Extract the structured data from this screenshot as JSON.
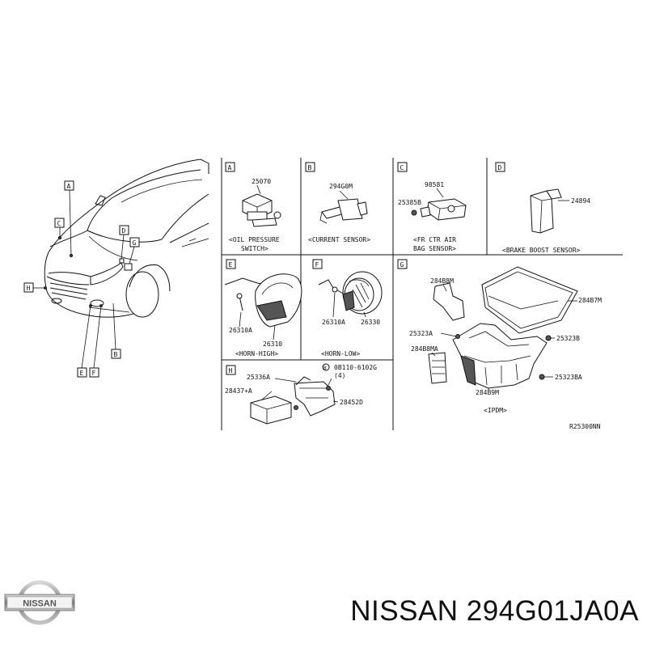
{
  "section_letters": [
    "A",
    "B",
    "C",
    "D",
    "E",
    "F",
    "G",
    "H"
  ],
  "car_callouts": [
    "A",
    "C",
    "D",
    "G",
    "H",
    "E",
    "F",
    "B"
  ],
  "panels": {
    "A": {
      "letter": "A",
      "parts": [
        "25070"
      ],
      "caption_1": "<OIL PRESSURE",
      "caption_2": "SWITCH>"
    },
    "B": {
      "letter": "B",
      "parts": [
        "294G0M"
      ],
      "caption_1": "<CURRENT SENSOR>"
    },
    "C": {
      "letter": "C",
      "parts": [
        "98581",
        "25385B"
      ],
      "caption_1": "<FR CTR AIR",
      "caption_2": "BAG SENSOR>"
    },
    "D": {
      "letter": "D",
      "parts": [
        "24894"
      ],
      "caption_1": "<BRAKE BOOST SENSOR>"
    },
    "E": {
      "letter": "E",
      "parts": [
        "26310A",
        "26310"
      ],
      "caption_1": "<HORN-HIGH>"
    },
    "F": {
      "letter": "F",
      "parts": [
        "26310A",
        "26330"
      ],
      "caption_1": "<HORN-LOW>"
    },
    "G": {
      "letter": "G",
      "parts": [
        "284B8M",
        "284B7M",
        "25323A",
        "25323B",
        "284B8MA",
        "25323BA",
        "284B9M"
      ],
      "caption_1": "<IPDM>"
    },
    "H": {
      "letter": "H",
      "parts": [
        "25336A",
        "0B110-6102G",
        "(4)",
        "28437+A",
        "28452D"
      ]
    }
  },
  "diagram_code": "R25300NN",
  "logo_text": "NISSAN",
  "footer": "NISSAN 294G01JA0A"
}
